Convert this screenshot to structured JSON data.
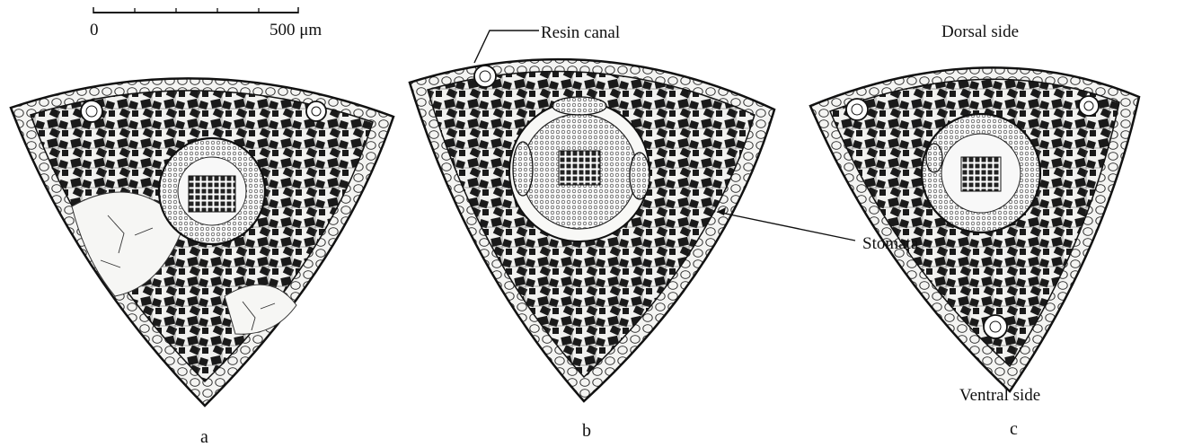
{
  "scale_bar": {
    "start_label": "0",
    "end_label": "500 μm"
  },
  "annotations": {
    "resin_canal": "Resin canal",
    "stomata": "Stomata",
    "dorsal_side": "Dorsal side",
    "ventral_side": "Ventral side"
  },
  "panels": [
    {
      "id": "a",
      "label": "a"
    },
    {
      "id": "b",
      "label": "b"
    },
    {
      "id": "c",
      "label": "c"
    }
  ],
  "colors": {
    "ink": "#111111",
    "tissue_light": "#f4f4f2",
    "tissue_dark": "#1a1a1a"
  }
}
